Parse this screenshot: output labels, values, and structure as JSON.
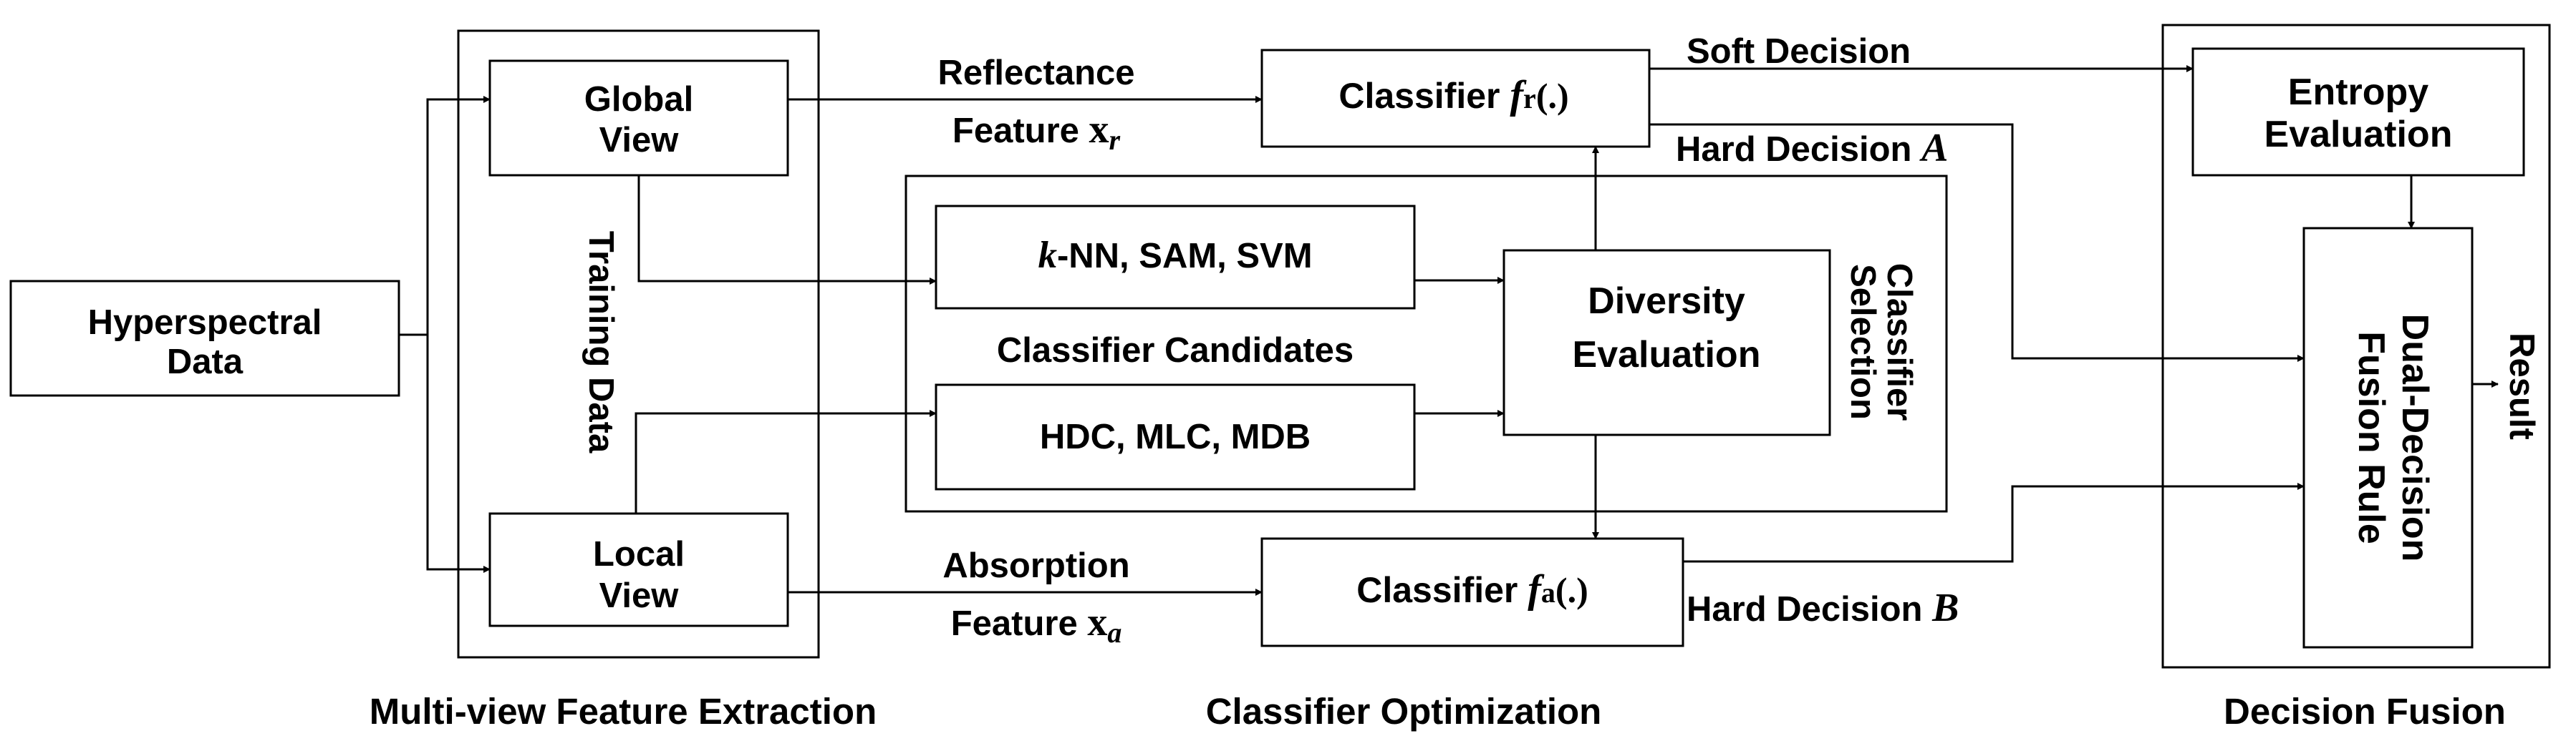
{
  "nodes": {
    "hyperspectral": [
      "Hyperspectral",
      "Data"
    ],
    "global_view": [
      "Global",
      "View"
    ],
    "local_view": [
      "Local",
      "View"
    ],
    "training_data": "Training Data",
    "knn": {
      "k": "k",
      "rest": "-NN, SAM, SVM"
    },
    "hdc": "HDC, MLC, MDB",
    "candidates": "Classifier Candidates",
    "diversity": [
      "Diversity",
      "Evaluation"
    ],
    "selection": [
      "Classifier",
      "Selection"
    ],
    "classifier_r": {
      "prefix": "Classifier ",
      "f": "f",
      "sub": "r",
      "suffix": "(.)"
    },
    "classifier_a": {
      "prefix": "Classifier ",
      "f": "f",
      "sub": "a",
      "suffix": "(.)"
    },
    "entropy": [
      "Entropy",
      "Evaluation"
    ],
    "fusion_rule": [
      "Dual-Decision",
      "Fusion Rule"
    ],
    "result": "Result"
  },
  "edges": {
    "reflectance": {
      "line1": "Reflectance",
      "line2": "Feature ",
      "var": "x",
      "sub": "r"
    },
    "absorption": {
      "line1": "Absorption",
      "line2": "Feature ",
      "var": "x",
      "sub": "a"
    },
    "soft_decision": "Soft Decision",
    "hard_a": {
      "text": "Hard Decision ",
      "var": "A"
    },
    "hard_b": {
      "text": "Hard Decision ",
      "var": "B"
    }
  },
  "sections": {
    "multiview": "Multi-view Feature Extraction",
    "optimization": "Classifier Optimization",
    "fusion": "Decision Fusion"
  }
}
